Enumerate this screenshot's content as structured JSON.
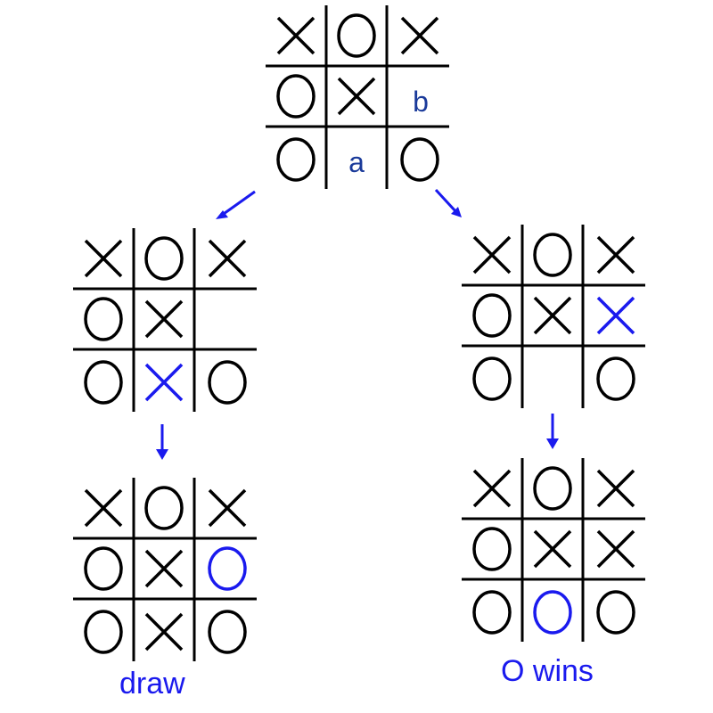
{
  "colors": {
    "grid": "#000000",
    "mark_black": "#000000",
    "mark_blue": "#1a1aee",
    "label_blue": "#1a3a9a",
    "caption_blue": "#1a1aee",
    "arrow_blue": "#1a1aee"
  },
  "boards": [
    {
      "id": "root",
      "cells": [
        [
          "X",
          "O",
          "X"
        ],
        [
          "O",
          "X",
          "b"
        ],
        [
          "O",
          "a",
          "O"
        ]
      ],
      "highlight": [],
      "labels": {
        "a": "a",
        "b": "b"
      }
    },
    {
      "id": "left-move",
      "cells": [
        [
          "X",
          "O",
          "X"
        ],
        [
          "O",
          "X",
          ""
        ],
        [
          "O",
          "X",
          "O"
        ]
      ],
      "highlight": [
        [
          2,
          1
        ]
      ]
    },
    {
      "id": "right-move",
      "cells": [
        [
          "X",
          "O",
          "X"
        ],
        [
          "O",
          "X",
          "X"
        ],
        [
          "O",
          "",
          "O"
        ]
      ],
      "highlight": [
        [
          1,
          2
        ]
      ]
    },
    {
      "id": "left-final",
      "cells": [
        [
          "X",
          "O",
          "X"
        ],
        [
          "O",
          "X",
          "O"
        ],
        [
          "O",
          "X",
          "O"
        ]
      ],
      "highlight": [
        [
          1,
          2
        ]
      ],
      "caption": "draw"
    },
    {
      "id": "right-final",
      "cells": [
        [
          "X",
          "O",
          "X"
        ],
        [
          "O",
          "X",
          "X"
        ],
        [
          "O",
          "O",
          "O"
        ]
      ],
      "highlight": [
        [
          2,
          1
        ]
      ],
      "caption": "O wins"
    }
  ],
  "captions": {
    "left_result": "draw",
    "right_result": "O wins"
  },
  "root_labels": {
    "a": "a",
    "b": "b"
  }
}
